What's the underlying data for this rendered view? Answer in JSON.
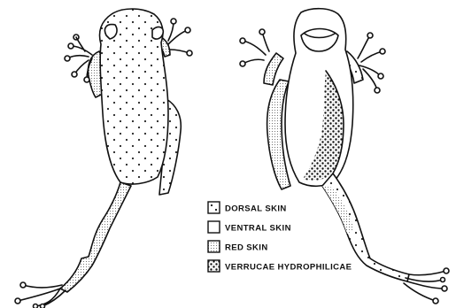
{
  "legend": {
    "items": [
      {
        "pattern": "dorsal",
        "label": "DORSAL SKIN"
      },
      {
        "pattern": "ventral",
        "label": "VENTRAL SKIN"
      },
      {
        "pattern": "red",
        "label": "RED SKIN"
      },
      {
        "pattern": "verrucae",
        "label": "VERRUCAE HYDROPHILICAE"
      }
    ]
  },
  "views": [
    "dorsal-view",
    "ventral-view"
  ]
}
